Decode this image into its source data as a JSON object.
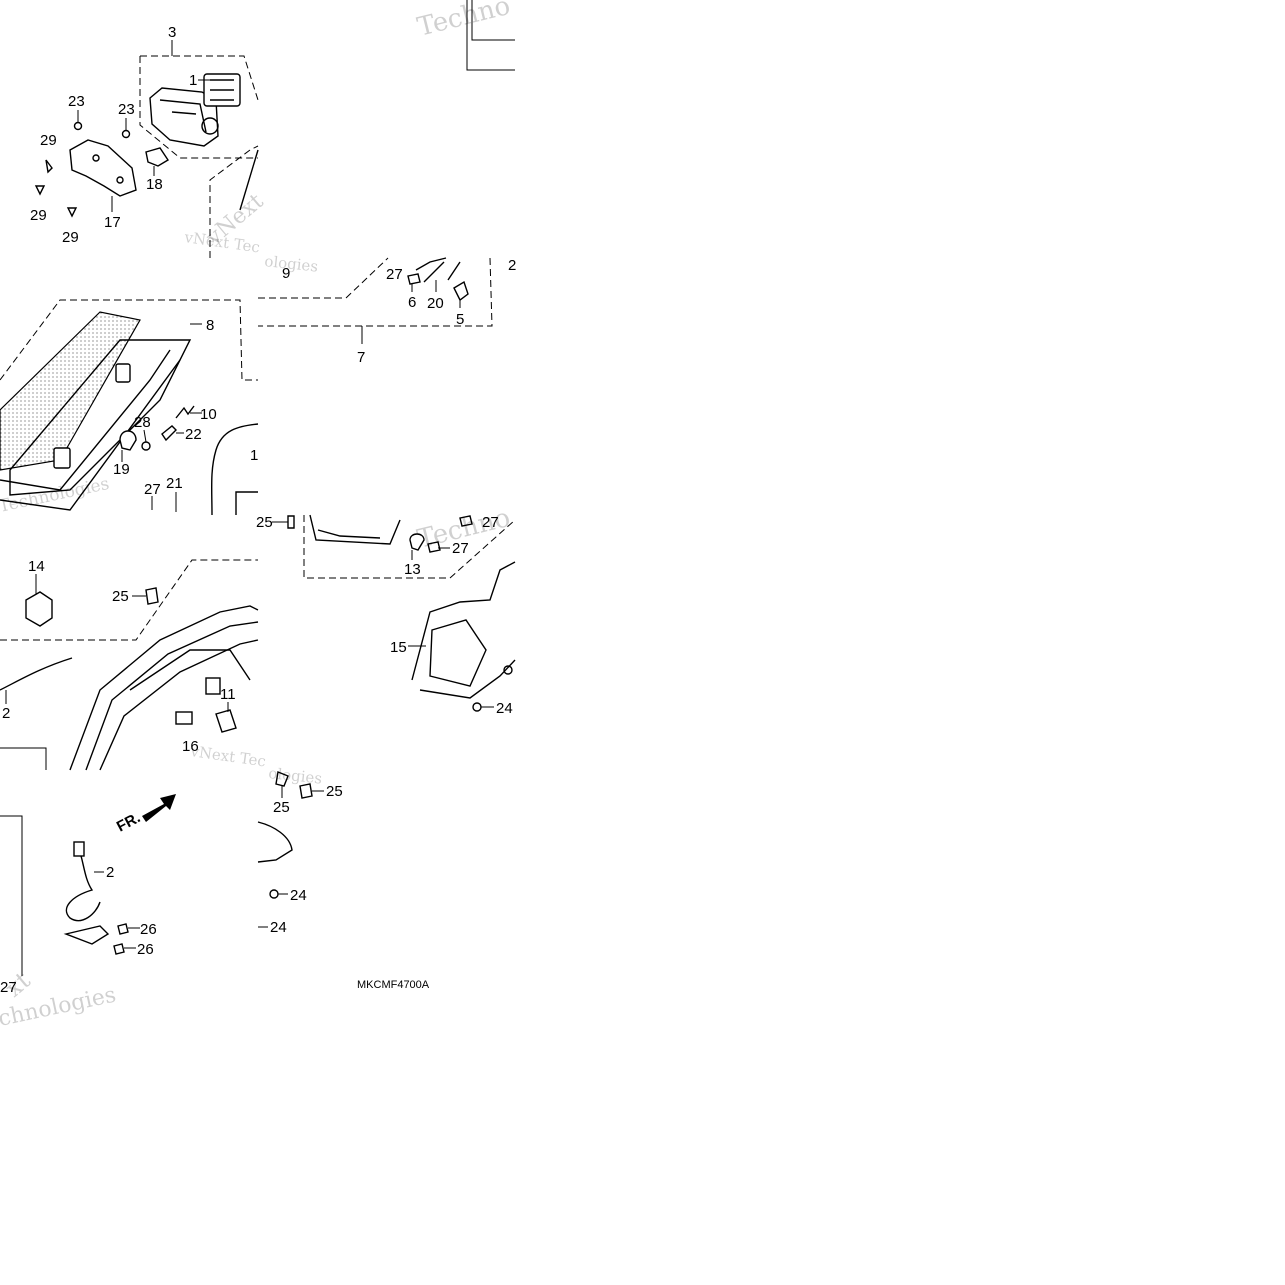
{
  "diagram": {
    "code": "MKCMF4700A",
    "front_marker": "FR.",
    "callouts": {
      "c3": "3",
      "c1": "1",
      "c23a": "23",
      "c23b": "23",
      "c29a": "29",
      "c29b": "29",
      "c29c": "29",
      "c18": "18",
      "c17": "17",
      "c8": "8",
      "c10": "10",
      "c22": "22",
      "c28": "28",
      "c19": "19",
      "c27a": "27",
      "c21": "21",
      "c1b": "1",
      "c9": "9",
      "c27b": "27",
      "c6": "6",
      "c20": "20",
      "c5": "5",
      "c2b": "2",
      "c7": "7",
      "c25a": "25",
      "c27c": "27",
      "c27d": "27",
      "c13": "13",
      "c14": "14",
      "c25b": "25",
      "c15": "15",
      "c24a": "24",
      "c11": "11",
      "c12": "2",
      "c16": "16",
      "c25c": "25",
      "c25d": "25",
      "c2": "2",
      "c26a": "26",
      "c26b": "26",
      "c24b": "24",
      "c24c": "24",
      "c27e": "27"
    },
    "watermarks": {
      "w1": "Techno",
      "w2": "vNext Tec",
      "w3": "ologies",
      "w4": "vNext",
      "w5": "Technologies",
      "w6": "Techno",
      "w7": "vNext Tec",
      "w8": "ologies",
      "w9": "xt",
      "w10": "chnologies"
    }
  }
}
